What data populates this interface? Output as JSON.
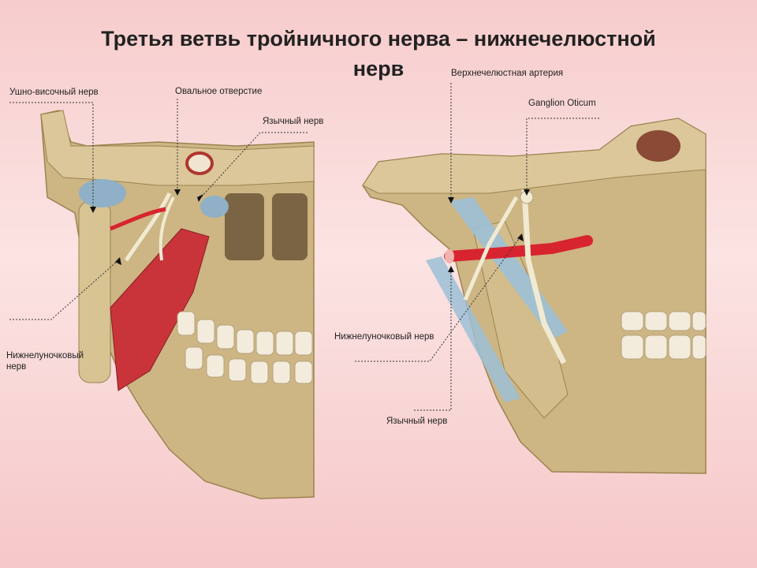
{
  "title": {
    "line1": "Третья ветвь тройничного нерва – нижнечелюстной",
    "line2": "нерв"
  },
  "left_figure": {
    "labels": {
      "auriculotemporal": "Ушно-височный нерв",
      "foramen_ovale": "Овальное отверстие",
      "lingual": "Язычный нерв",
      "inferior_alveolar": "Нижнелуночковый нерв"
    }
  },
  "right_figure": {
    "labels": {
      "maxillary_artery": "Верхнечелюстная артерия",
      "ganglion": "Ganglion Oticum",
      "inferior_alveolar": "Нижнелуночковый нерв",
      "lingual": "Язычный нерв"
    }
  },
  "colors": {
    "bone": "#cdb584",
    "bone_dark": "#9c8350",
    "muscle": "#c8343a",
    "artery": "#d8242f",
    "nerve": "#f1ead2",
    "ligament": "#9cc0d6"
  }
}
